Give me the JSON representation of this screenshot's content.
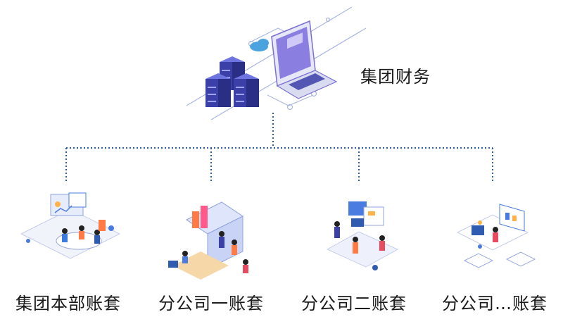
{
  "root": {
    "label": "集团财务"
  },
  "children": [
    {
      "label": "集团本部账套"
    },
    {
      "label": "分公司一账套"
    },
    {
      "label": "分公司二账套"
    },
    {
      "label": "分公司…账套"
    }
  ],
  "colors": {
    "connector": "#2f5bb0",
    "server": "#3b3fa8",
    "server_light": "#6e74e0",
    "screen": "#7b6fd6",
    "accent": "#ff7a45",
    "line_art": "#9aa8d8"
  }
}
